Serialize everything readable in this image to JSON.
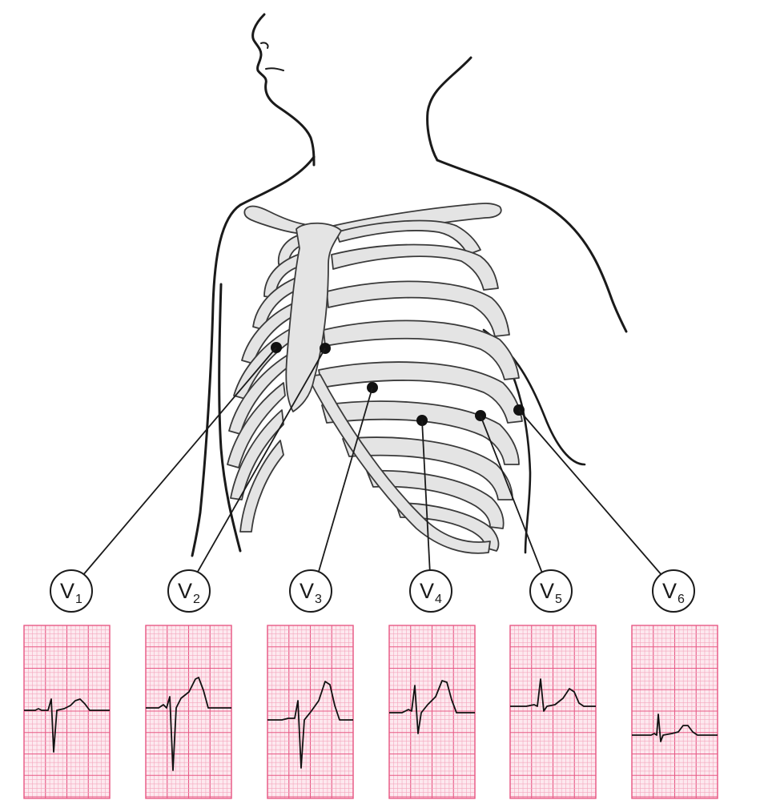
{
  "colors": {
    "outline": "#1a1a1a",
    "bone_fill": "#e4e4e4",
    "bone_stroke": "#3a3a3a",
    "grid_fine": "#f4a6bd",
    "grid_major": "#e85a86",
    "grid_bg": "#fde9ef",
    "trace": "#111111"
  },
  "leads": [
    {
      "letter": "V",
      "sub": "1"
    },
    {
      "letter": "V",
      "sub": "2"
    },
    {
      "letter": "V",
      "sub": "3"
    },
    {
      "letter": "V",
      "sub": "4"
    },
    {
      "letter": "V",
      "sub": "5"
    },
    {
      "letter": "V",
      "sub": "6"
    }
  ]
}
